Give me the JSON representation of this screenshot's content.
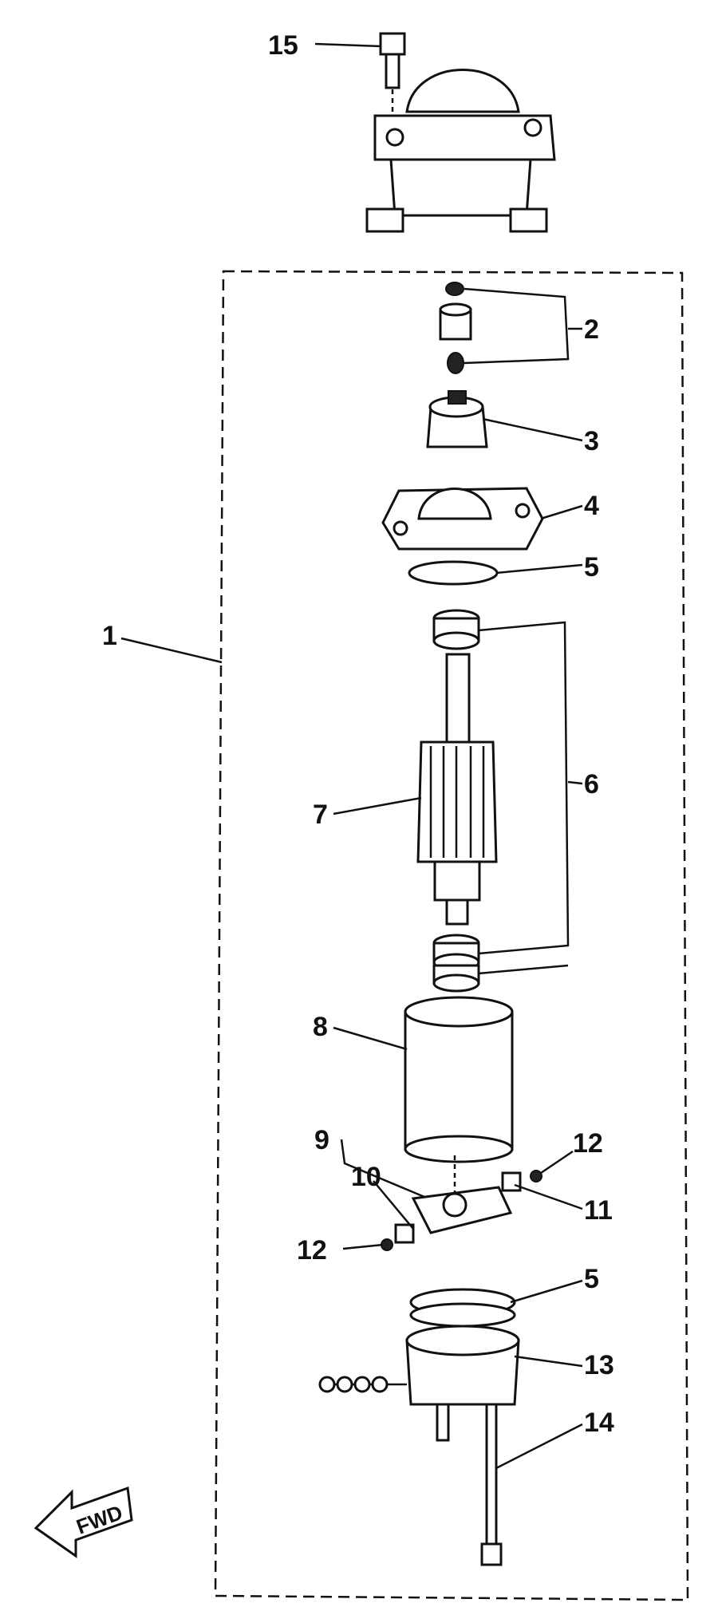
{
  "diagram": {
    "ink_color": "#111111",
    "background_color": "#ffffff",
    "fwd_label": "FWD",
    "callouts": [
      {
        "id": "1",
        "label": "1"
      },
      {
        "id": "2",
        "label": "2"
      },
      {
        "id": "3",
        "label": "3"
      },
      {
        "id": "4",
        "label": "4"
      },
      {
        "id": "5a",
        "label": "5"
      },
      {
        "id": "6",
        "label": "6"
      },
      {
        "id": "7",
        "label": "7"
      },
      {
        "id": "8",
        "label": "8"
      },
      {
        "id": "9",
        "label": "9"
      },
      {
        "id": "10",
        "label": "10"
      },
      {
        "id": "11",
        "label": "11"
      },
      {
        "id": "12a",
        "label": "12"
      },
      {
        "id": "12b",
        "label": "12"
      },
      {
        "id": "5b",
        "label": "5"
      },
      {
        "id": "13",
        "label": "13"
      },
      {
        "id": "14",
        "label": "14"
      },
      {
        "id": "15",
        "label": "15"
      }
    ]
  }
}
